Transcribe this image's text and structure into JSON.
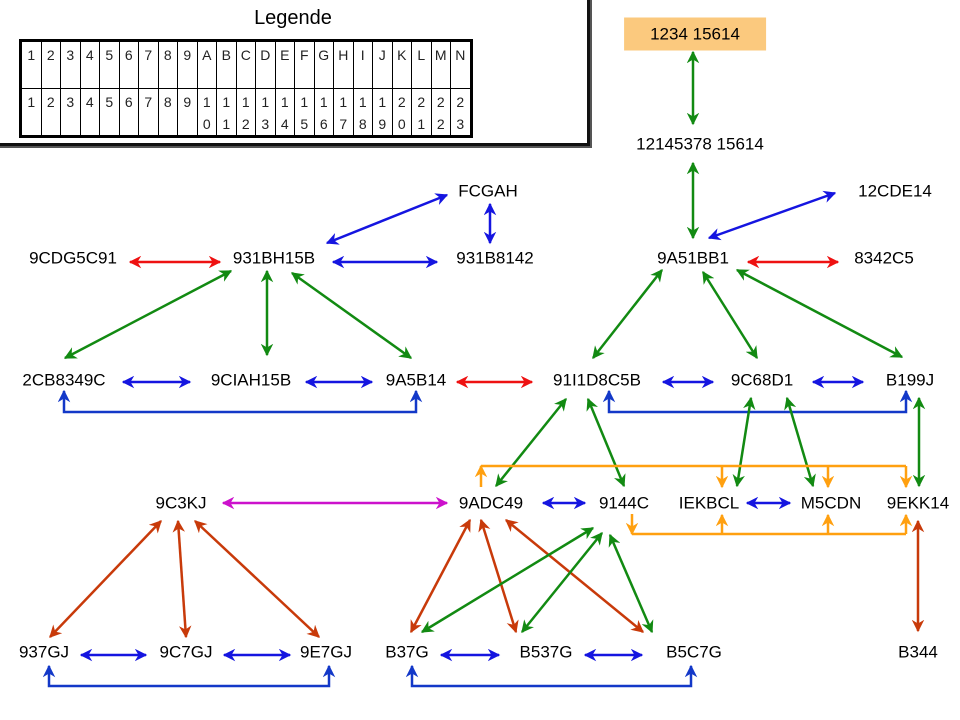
{
  "legend": {
    "title": "Legende",
    "letters": [
      "1",
      "2",
      "3",
      "4",
      "5",
      "6",
      "7",
      "8",
      "9",
      "A",
      "B",
      "C",
      "D",
      "E",
      "F",
      "G",
      "H",
      "I",
      "J",
      "K",
      "L",
      "M",
      "N"
    ],
    "values": [
      "1",
      "2",
      "3",
      "4",
      "5",
      "6",
      "7",
      "8",
      "9",
      "10",
      "11",
      "12",
      "13",
      "14",
      "15",
      "16",
      "17",
      "18",
      "19",
      "20",
      "21",
      "22",
      "23"
    ]
  },
  "colors": {
    "green": "#128a12",
    "blue": "#1515e0",
    "darkblue": "#1338c8",
    "red": "#ee1111",
    "brown": "#c83a0a",
    "magenta": "#cc11cc",
    "orange": "#ffa010",
    "root_fill": "#fbc97e"
  },
  "nodes": {
    "root": "1234 15614",
    "n12145378": "12145378 15614",
    "n12CDE14": "12CDE14",
    "n9A51BB1": "9A51BB1",
    "n8342C5": "8342C5",
    "nFCGAH": "FCGAH",
    "n9CDG5C91": "9CDG5C91",
    "n931BH15B": "931BH15B",
    "n931B8142": "931B8142",
    "n2CB8349C": "2CB8349C",
    "n9CIAH15B": "9CIAH15B",
    "n9A5B14": "9A5B14",
    "n91I1D8C5B": "91I1D8C5B",
    "n9C68D1": "9C68D1",
    "nB199J": "B199J",
    "n9C3KJ": "9C3KJ",
    "n9ADC49": "9ADC49",
    "n9144C": "9144C",
    "nIEKBCL": "IEKBCL",
    "nM5CDN": "M5CDN",
    "n9EKK14": "9EKK14",
    "n937GJ": "937GJ",
    "n9C7GJ": "9C7GJ",
    "n9E7GJ": "9E7GJ",
    "nB37G": "B37G",
    "nB537G": "B537G",
    "nB5C7G": "B5C7G",
    "nB344": "B344"
  },
  "edges": [
    {
      "from": "root",
      "to": "n12145378",
      "color": "green"
    },
    {
      "from": "n12145378",
      "to": "n9A51BB1",
      "color": "green"
    },
    {
      "from": "n9A51BB1",
      "to": "n12CDE14",
      "color": "blue"
    },
    {
      "from": "n9A51BB1",
      "to": "n8342C5",
      "color": "red"
    },
    {
      "from": "n9A51BB1",
      "to": "n91I1D8C5B",
      "color": "green"
    },
    {
      "from": "n9A51BB1",
      "to": "n9C68D1",
      "color": "green"
    },
    {
      "from": "n9A51BB1",
      "to": "nB199J",
      "color": "green"
    },
    {
      "from": "n931BH15B",
      "to": "nFCGAH",
      "color": "blue"
    },
    {
      "from": "nFCGAH",
      "to": "n931B8142",
      "color": "blue"
    },
    {
      "from": "n9CDG5C91",
      "to": "n931BH15B",
      "color": "red"
    },
    {
      "from": "n931BH15B",
      "to": "n931B8142",
      "color": "blue"
    },
    {
      "from": "n931BH15B",
      "to": "n2CB8349C",
      "color": "green"
    },
    {
      "from": "n931BH15B",
      "to": "n9CIAH15B",
      "color": "green"
    },
    {
      "from": "n931BH15B",
      "to": "n9A5B14",
      "color": "green"
    },
    {
      "from": "n2CB8349C",
      "to": "n9CIAH15B",
      "color": "blue"
    },
    {
      "from": "n9CIAH15B",
      "to": "n9A5B14",
      "color": "blue"
    },
    {
      "from": "n2CB8349C",
      "to": "n9A5B14",
      "color": "darkblue",
      "style": "bracket-below"
    },
    {
      "from": "n9A5B14",
      "to": "n91I1D8C5B",
      "color": "red"
    },
    {
      "from": "n91I1D8C5B",
      "to": "n9C68D1",
      "color": "blue"
    },
    {
      "from": "n9C68D1",
      "to": "nB199J",
      "color": "blue"
    },
    {
      "from": "n91I1D8C5B",
      "to": "nB199J",
      "color": "darkblue",
      "style": "bracket-below"
    },
    {
      "from": "n91I1D8C5B",
      "to": "n9ADC49",
      "color": "green"
    },
    {
      "from": "n91I1D8C5B",
      "to": "n9144C",
      "color": "green"
    },
    {
      "from": "n9C68D1",
      "to": "nIEKBCL",
      "color": "green"
    },
    {
      "from": "n9C68D1",
      "to": "nM5CDN",
      "color": "green"
    },
    {
      "from": "nB199J",
      "to": "n9EKK14",
      "color": "green"
    },
    {
      "from": "n9C3KJ",
      "to": "n9ADC49",
      "color": "magenta"
    },
    {
      "from": "n9ADC49",
      "to": "n9144C",
      "color": "blue"
    },
    {
      "from": "nIEKBCL",
      "to": "nM5CDN",
      "color": "blue"
    },
    {
      "from": "n9ADC49",
      "to": [
        "nIEKBCL",
        "nM5CDN",
        "n9EKK14"
      ],
      "color": "orange",
      "style": "bus-above"
    },
    {
      "from": "n9144C",
      "to": [
        "nIEKBCL",
        "nM5CDN",
        "n9EKK14"
      ],
      "color": "orange",
      "style": "bus-below"
    },
    {
      "from": "n9C3KJ",
      "to": "n937GJ",
      "color": "brown"
    },
    {
      "from": "n9C3KJ",
      "to": "n9C7GJ",
      "color": "brown"
    },
    {
      "from": "n9C3KJ",
      "to": "n9E7GJ",
      "color": "brown"
    },
    {
      "from": "n937GJ",
      "to": "n9C7GJ",
      "color": "blue"
    },
    {
      "from": "n9C7GJ",
      "to": "n9E7GJ",
      "color": "blue"
    },
    {
      "from": "n937GJ",
      "to": "n9E7GJ",
      "color": "darkblue",
      "style": "bracket-below"
    },
    {
      "from": "n9ADC49",
      "to": "nB37G",
      "color": "brown"
    },
    {
      "from": "n9ADC49",
      "to": "nB537G",
      "color": "brown"
    },
    {
      "from": "n9ADC49",
      "to": "nB5C7G",
      "color": "brown"
    },
    {
      "from": "n9144C",
      "to": "nB37G",
      "color": "green"
    },
    {
      "from": "n9144C",
      "to": "nB537G",
      "color": "green"
    },
    {
      "from": "n9144C",
      "to": "nB5C7G",
      "color": "green"
    },
    {
      "from": "nB37G",
      "to": "nB537G",
      "color": "blue"
    },
    {
      "from": "nB537G",
      "to": "nB5C7G",
      "color": "blue"
    },
    {
      "from": "nB37G",
      "to": "nB5C7G",
      "color": "darkblue",
      "style": "bracket-below"
    },
    {
      "from": "n9EKK14",
      "to": "nB344",
      "color": "brown"
    }
  ]
}
